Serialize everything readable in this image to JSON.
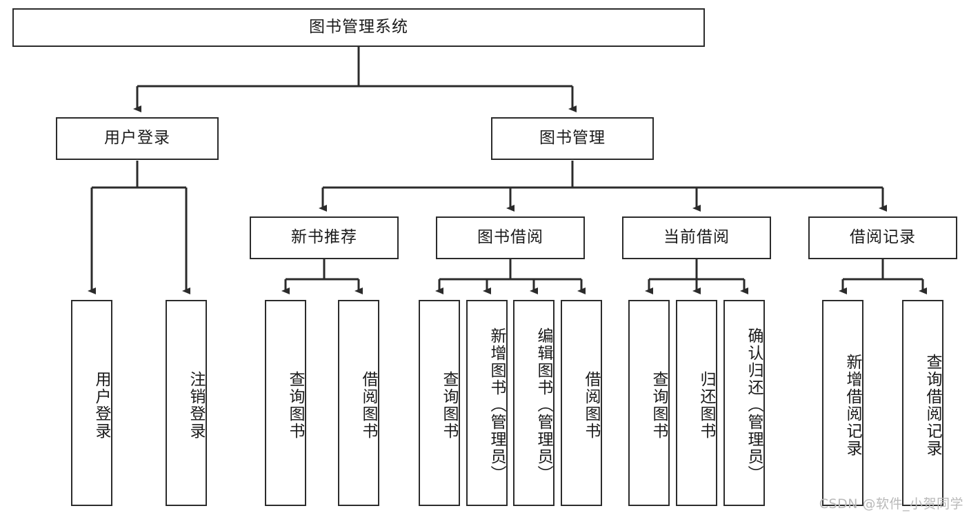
{
  "diagram": {
    "type": "tree-hierarchy",
    "title": "图书管理系统",
    "orientation": "top-down",
    "watermark": "CSDN @软件_小贺同学",
    "colors": {
      "box_border": "#2b2b2b",
      "box_fill": "#ffffff",
      "edge": "#2b2b2b",
      "text": "#1a1a1a",
      "watermark": "#b9b9b9",
      "background": "#ffffff"
    },
    "nodes": {
      "root": {
        "label": "图书管理系统"
      },
      "level2": [
        {
          "id": "user-login",
          "label": "用户登录"
        },
        {
          "id": "book-manage",
          "label": "图书管理"
        }
      ],
      "level3": [
        {
          "id": "new-book-recommend",
          "label": "新书推荐"
        },
        {
          "id": "book-borrow",
          "label": "图书借阅"
        },
        {
          "id": "current-borrow",
          "label": "当前借阅"
        },
        {
          "id": "borrow-record",
          "label": "借阅记录"
        }
      ],
      "leaves": {
        "user-login": [
          {
            "id": "leaf-user-login",
            "label": "用户登录"
          },
          {
            "id": "leaf-logout-login",
            "label": "注销登录"
          }
        ],
        "new-book-recommend": [
          {
            "id": "leaf-query-book-1",
            "label": "查询图书"
          },
          {
            "id": "leaf-borrow-book-1",
            "label": "借阅图书"
          }
        ],
        "book-borrow": [
          {
            "id": "leaf-query-book-2",
            "label": "查询图书"
          },
          {
            "id": "leaf-add-book",
            "label": "新增图书（管理员）"
          },
          {
            "id": "leaf-edit-book",
            "label": "编辑图书（管理员）"
          },
          {
            "id": "leaf-borrow-book-2",
            "label": "借阅图书"
          }
        ],
        "current-borrow": [
          {
            "id": "leaf-query-book-3",
            "label": "查询图书"
          },
          {
            "id": "leaf-return-book",
            "label": "归还图书"
          },
          {
            "id": "leaf-confirm-return",
            "label": "确认归还（管理员）"
          }
        ],
        "borrow-record": [
          {
            "id": "leaf-add-record",
            "label": "新增借阅记录"
          },
          {
            "id": "leaf-query-record",
            "label": "查询借阅记录"
          }
        ]
      }
    }
  }
}
